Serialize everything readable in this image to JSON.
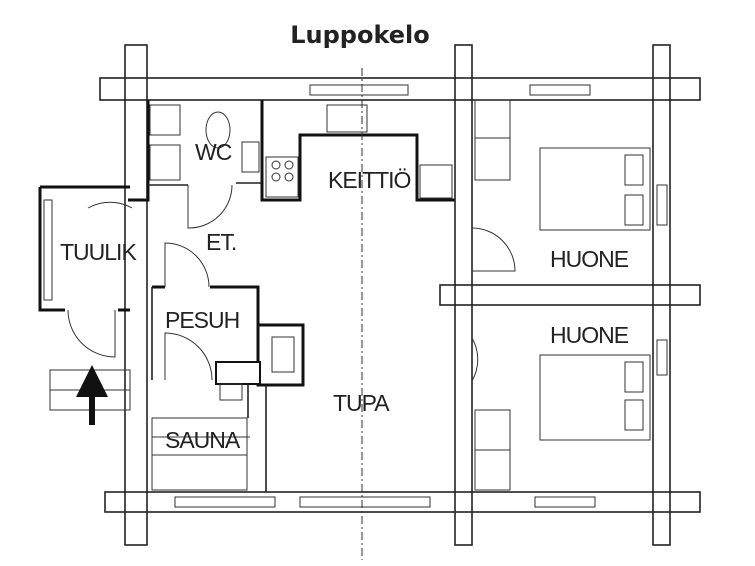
{
  "title": "Luppokelo",
  "rooms": {
    "wc": "WC",
    "kitchen": "KEITTIÖ",
    "hall": "ET.",
    "porch": "TUULIK",
    "washroom": "PESUH",
    "living": "TUPA",
    "sauna": "SAUNA",
    "bedroom1": "HUONE",
    "bedroom2": "HUONE"
  },
  "icons": {
    "entrance": "arrow-up-icon"
  }
}
